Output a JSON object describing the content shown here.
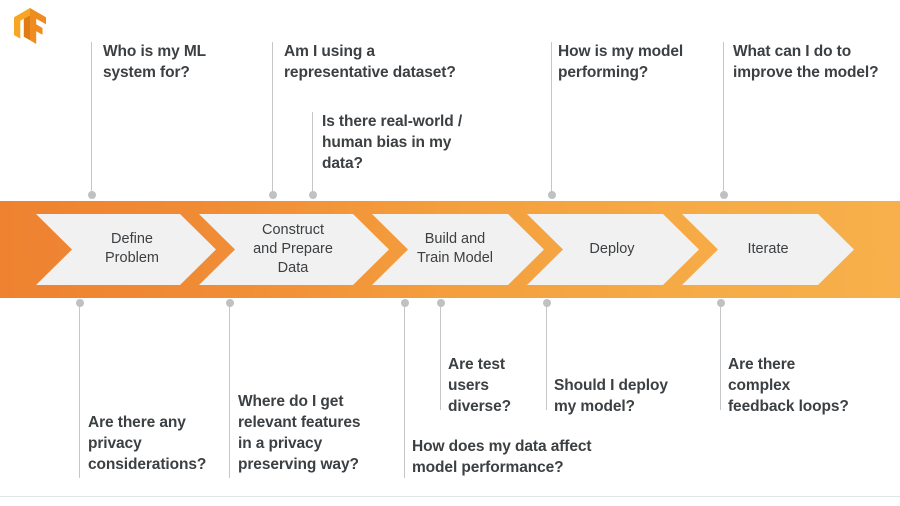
{
  "logo": {
    "name": "tensorflow-logo",
    "colors": {
      "light": "#F6A623",
      "mid": "#EE8C1F",
      "dark": "#E07B16"
    }
  },
  "theme": {
    "band_left_orange": "#EF8533",
    "band_right_orange": "#F7AE49",
    "chevron_fill": "#F1F1F1",
    "text_dark": "#3c4043",
    "connector_gray": "#c4c6c8",
    "dot_gray": "#bfc1c3"
  },
  "pipeline": {
    "label": "ML workflow pipeline",
    "stages": [
      {
        "id": "define-problem",
        "label": "Define\nProblem"
      },
      {
        "id": "construct-prepare-data",
        "label": "Construct\nand Prepare\nData"
      },
      {
        "id": "build-train-model",
        "label": "Build and\nTrain Model"
      },
      {
        "id": "deploy",
        "label": "Deploy"
      },
      {
        "id": "iterate",
        "label": "Iterate"
      }
    ]
  },
  "questions_above": [
    {
      "id": "who-is-my-ml-system-for",
      "text": "Who is my ML\nsystem for?"
    },
    {
      "id": "representative-dataset",
      "text": "Am I using a\nrepresentative dataset?"
    },
    {
      "id": "real-world-human-bias",
      "text": "Is there real-world /\nhuman bias in my\ndata?"
    },
    {
      "id": "how-is-my-model-performing",
      "text": "How is my model\nperforming?"
    },
    {
      "id": "improve-the-model",
      "text": "What can I do to\nimprove the model?"
    }
  ],
  "questions_below": [
    {
      "id": "privacy-considerations",
      "text": "Are there any\nprivacy\nconsiderations?"
    },
    {
      "id": "relevant-features-privacy",
      "text": "Where do I get\nrelevant features\nin a privacy\npreserving way?"
    },
    {
      "id": "data-affect-model-performance",
      "text": "How does my data affect\nmodel performance?"
    },
    {
      "id": "test-users-diverse",
      "text": "Are test\nusers\ndiverse?"
    },
    {
      "id": "should-i-deploy-my-model",
      "text": "Should I deploy\nmy model?"
    },
    {
      "id": "complex-feedback-loops",
      "text": "Are there\ncomplex\nfeedback loops?"
    }
  ]
}
